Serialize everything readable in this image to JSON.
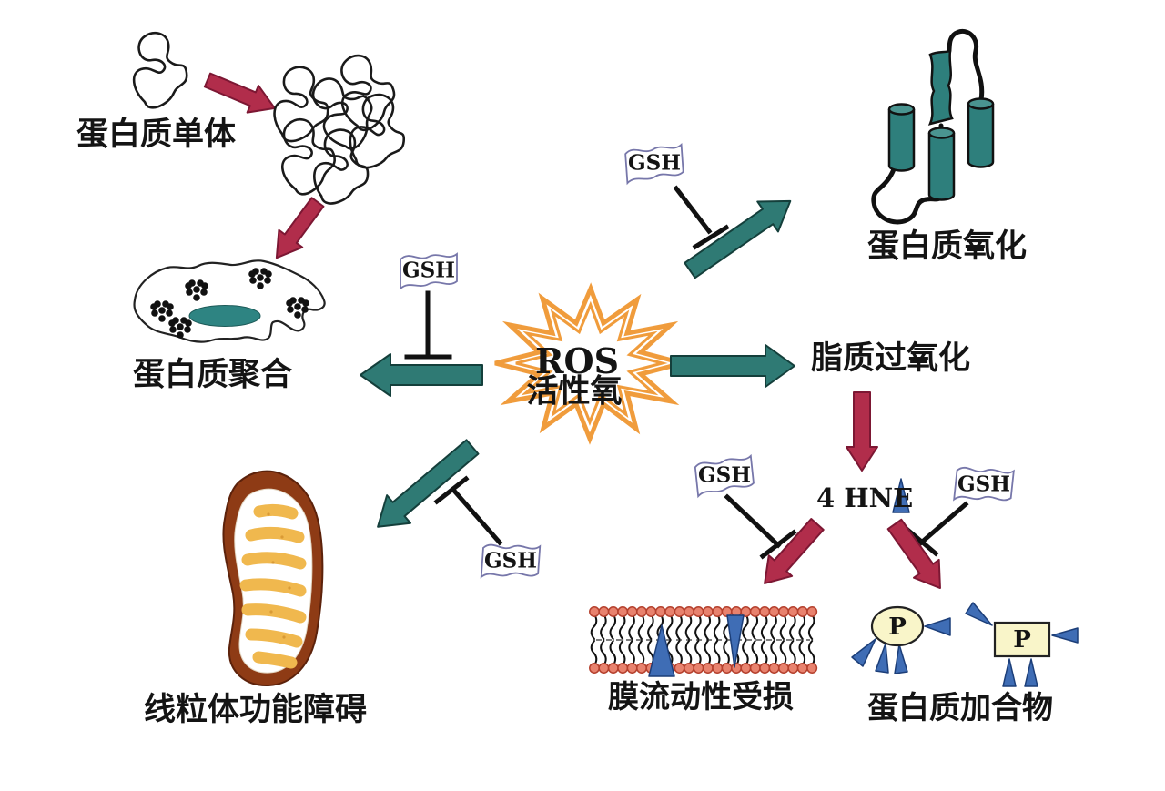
{
  "diagram": {
    "center": {
      "title": "ROS",
      "subtitle": "活性氧"
    },
    "inhibitor_label": "GSH",
    "nodes": {
      "protein_monomer": "蛋白质单体",
      "protein_aggregation": "蛋白质聚合",
      "protein_oxidation": "蛋白质氧化",
      "lipid_peroxidation": "脂质过氧化",
      "hne": "4 HNE",
      "membrane_fluidity_damage": "膜流动性受损",
      "protein_adducts": "蛋白质加合物",
      "mitochondrial_dysfunction": "线粒体功能障碍",
      "protein_symbol": "P"
    },
    "relationships": [
      {
        "from": "ROS",
        "to": "蛋白质聚合",
        "type": "promotes",
        "inhibited_by": "GSH"
      },
      {
        "from": "ROS",
        "to": "蛋白质氧化",
        "type": "promotes",
        "inhibited_by": "GSH"
      },
      {
        "from": "ROS",
        "to": "脂质过氧化",
        "type": "promotes"
      },
      {
        "from": "ROS",
        "to": "线粒体功能障碍",
        "type": "promotes",
        "inhibited_by": "GSH"
      },
      {
        "from": "蛋白质单体",
        "to": "蛋白质聚合",
        "type": "promotes"
      },
      {
        "from": "脂质过氧化",
        "to": "4 HNE",
        "type": "promotes"
      },
      {
        "from": "4 HNE",
        "to": "膜流动性受损",
        "type": "promotes",
        "inhibited_by": "GSH"
      },
      {
        "from": "4 HNE",
        "to": "蛋白质加合物",
        "type": "promotes",
        "inhibited_by": "GSH"
      }
    ],
    "colors": {
      "teal_arrow": "#2F7A74",
      "red_arrow": "#B12D4B",
      "starburst_orange": "#F09C3C",
      "flag_outline": "#7777AA",
      "inhibitor_black": "#111111",
      "membrane_head": "#E8826E",
      "adduct_blue": "#3F6DB5",
      "protein_fill": "#F9F5C9",
      "mito_outer_brown": "#8E3B15",
      "mito_cristae": "#F1BB54",
      "nucleus_teal": "#2E8482",
      "cylinder_teal": "#2E7F7C"
    }
  }
}
